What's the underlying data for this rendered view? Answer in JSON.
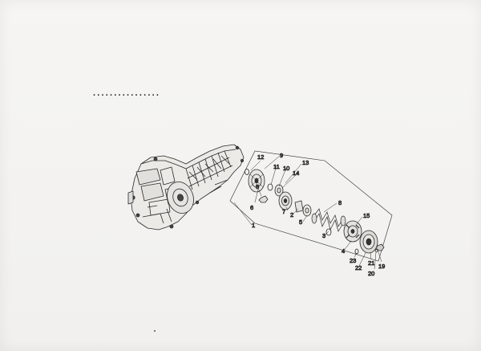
{
  "placeholder_dots": "................",
  "callouts": [
    {
      "id": "c1",
      "text": "1"
    },
    {
      "id": "c2",
      "text": "2"
    },
    {
      "id": "c3",
      "text": "3"
    },
    {
      "id": "c4",
      "text": "4"
    },
    {
      "id": "c5",
      "text": "5"
    },
    {
      "id": "c6",
      "text": "6"
    },
    {
      "id": "c7",
      "text": "7"
    },
    {
      "id": "c8",
      "text": "8"
    },
    {
      "id": "c8b",
      "text": "8"
    },
    {
      "id": "c9",
      "text": "9"
    },
    {
      "id": "c10",
      "text": "10"
    },
    {
      "id": "c11",
      "text": "11"
    },
    {
      "id": "c12",
      "text": "12"
    },
    {
      "id": "c13",
      "text": "13"
    },
    {
      "id": "c14",
      "text": "14"
    },
    {
      "id": "c15",
      "text": "15"
    },
    {
      "id": "c19",
      "text": "19"
    },
    {
      "id": "c20",
      "text": "20"
    },
    {
      "id": "c21",
      "text": "21"
    },
    {
      "id": "c22",
      "text": "22"
    },
    {
      "id": "c23",
      "text": "23"
    }
  ]
}
